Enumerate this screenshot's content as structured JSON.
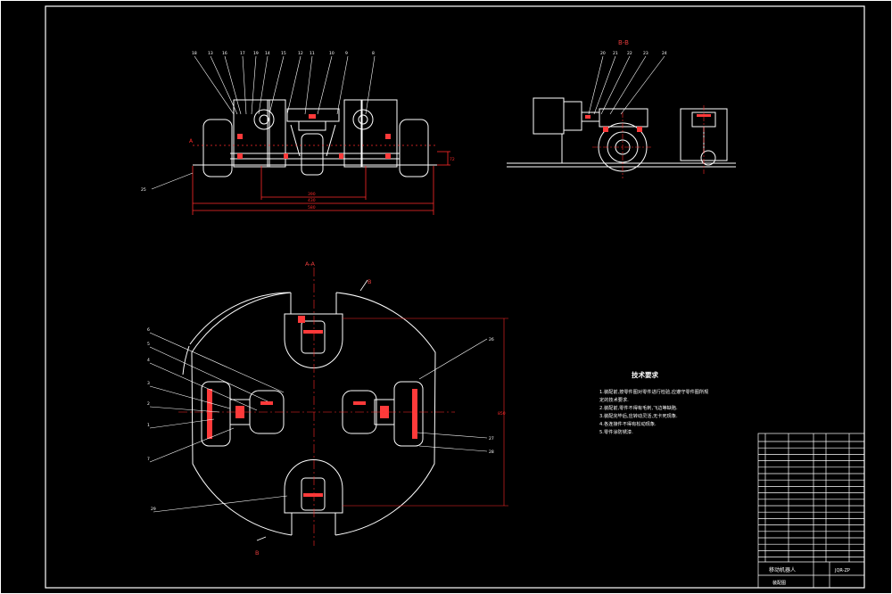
{
  "drawing": {
    "view_a_label": "A-A",
    "view_b_label": "B-B",
    "section_letter_a": "A",
    "section_letter_b": "B",
    "front_dims": [
      "390",
      "430",
      "580",
      "72"
    ],
    "plan_dim": "850",
    "front_balloons": [
      "18",
      "13",
      "16",
      "17",
      "19",
      "14",
      "15",
      "12",
      "11",
      "10",
      "9",
      "8"
    ],
    "side_balloons": [
      "20",
      "21",
      "22",
      "23",
      "24"
    ],
    "front_leader": "25",
    "plan_left_balloons": [
      "6",
      "5",
      "4",
      "3",
      "2",
      "1",
      "7"
    ],
    "plan_right_balloons": [
      "26",
      "27",
      "28"
    ],
    "plan_bottom_balloon": "29"
  },
  "tech_req": {
    "title": "技术要求",
    "lines": [
      "1.装配前,按零件图对零件进行检验,应遵守零件图所规",
      "定的技术要求.",
      "2.装配前,零件不得有毛刺,飞边等缺陷.",
      "3.装配完毕后,应转动灵活,无卡死现象.",
      "4.各连接件不得有松动现象.",
      "5.零件涂防锈漆."
    ]
  },
  "title_block": {
    "drawing_name": "移动机器人",
    "drawing_no": "JQR-ZP",
    "company": "装配图"
  },
  "colors": {
    "line": "#ffffff",
    "dimension": "#ff2a2a",
    "hatch": "#ff3a3a",
    "section": "#e23b3b",
    "leader": "#ffffff"
  }
}
